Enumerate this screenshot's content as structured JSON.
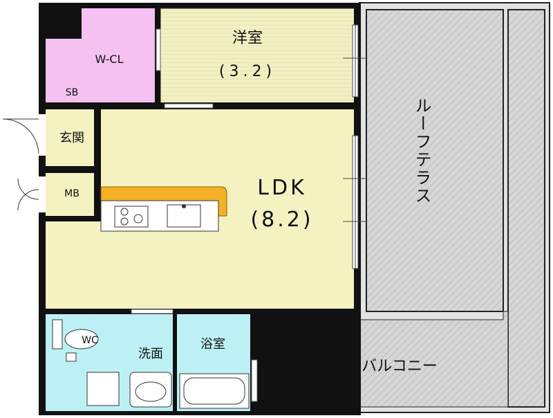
{
  "rooms": {
    "western": {
      "name": "洋室",
      "size": "(3.2)"
    },
    "walk_in_closet": {
      "name": "W-CL"
    },
    "shoe_box": {
      "name": "SB"
    },
    "entrance": {
      "name": "玄関"
    },
    "meter_box": {
      "name": "MB"
    },
    "ldk": {
      "name": "LDK",
      "size": "(8.2)"
    },
    "roof_terrace": {
      "name": "ルーフテラス"
    },
    "toilet": {
      "name": "WC"
    },
    "washroom": {
      "name": "洗面"
    },
    "bathroom": {
      "name": "浴室"
    },
    "balcony": {
      "name": "バルコニー"
    }
  },
  "colors": {
    "western": "#f2f0c2",
    "closet": "#f4c1f0",
    "ldk": "#f5f2c2",
    "wet": "#bdf0f4",
    "grey": "#d4d4d4",
    "wall": "#111111",
    "counter": "#f4b128"
  }
}
